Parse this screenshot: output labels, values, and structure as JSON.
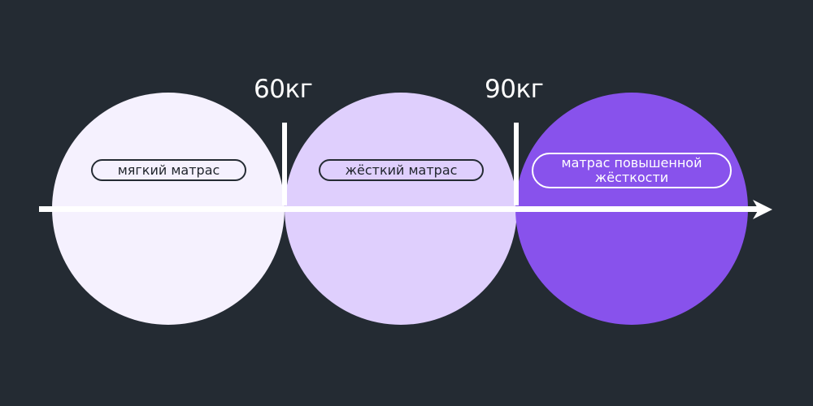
{
  "thresholds": [
    {
      "label": "60кг"
    },
    {
      "label": "90кг"
    }
  ],
  "segments": [
    {
      "label": "мягкий матрас",
      "fill": "#f5f1fe",
      "text_color": "#1f242b",
      "border_color": "#242b33"
    },
    {
      "label": "жёсткий матрас",
      "fill": "#dfcffd",
      "text_color": "#1f242b",
      "border_color": "#242b33"
    },
    {
      "label_lines": [
        "матрас повышенной",
        "жёсткости"
      ],
      "fill": "#8852ec",
      "text_color": "#ffffff",
      "border_color": "#ffffff"
    }
  ],
  "colors": {
    "background": "#242b33",
    "axis": "#ffffff"
  },
  "axis": {
    "arrow_icon": "arrow-right-icon"
  }
}
